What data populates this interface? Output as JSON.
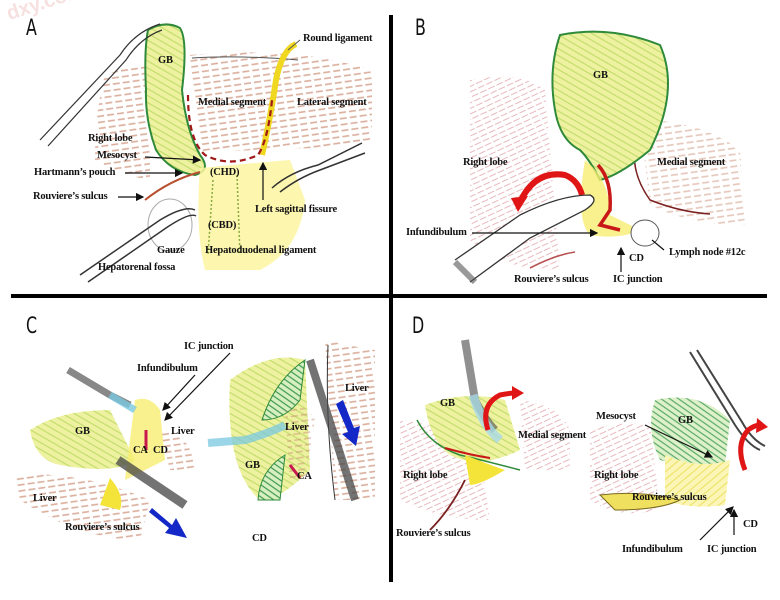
{
  "watermark": "dxy.com",
  "colors": {
    "liver_hatch": "#c98a70",
    "gallbladder_fill": "#e8ef8a",
    "gallbladder_outline": "#2f8a3a",
    "ligament_yellow": "#f3e13a",
    "dashed_line": "#a01818",
    "rotation_arrow": "#e01515",
    "traction_arrow": "#1428c8",
    "divider": "#000000"
  },
  "panels": [
    {
      "letter": "A",
      "labels": {
        "gb": "GB",
        "round_ligament": "Round ligament",
        "medial_segment": "Medial segment",
        "lateral_segment": "Lateral segment",
        "right_lobe": "Right lobe",
        "mesocyst": "Mesocyst",
        "hartmanns_pouch": "Hartmann’s pouch",
        "chd": "(CHD)",
        "rouviere": "Rouviere’s sulcus",
        "left_sagittal": "Left sagittal fissure",
        "cbd": "(CBD)",
        "gauze": "Gauze",
        "hepatoduodenal": "Hepatoduodenal ligament",
        "hepatorenal": "Hepatorenal fossa"
      }
    },
    {
      "letter": "B",
      "labels": {
        "gb": "GB",
        "right_lobe": "Right lobe",
        "medial_segment": "Medial segment",
        "infundibulum": "Infundibulum",
        "lymph_node": "Lymph node #12c",
        "cd": "CD",
        "rouviere": "Rouviere’s sulcus",
        "ic_junction": "IC junction"
      }
    },
    {
      "letter": "C",
      "labels": {
        "ic_junction": "IC junction",
        "infundibulum": "Infundibulum",
        "gb_left": "GB",
        "liver_mid": "Liver",
        "ca_left": "CA",
        "cd_left": "CD",
        "liver_left": "Liver",
        "rouviere": "Rouviere’s sulcus",
        "liver_right_top": "Liver",
        "liver_right_mid": "Liver",
        "gb_right": "GB",
        "ca_right": "CA",
        "cd_right": "CD"
      }
    },
    {
      "letter": "D",
      "labels": {
        "gb_left": "GB",
        "medial_segment": "Medial segment",
        "right_lobe_left": "Right lobe",
        "rouviere_left": "Rouviere’s sulcus",
        "mesocyst": "Mesocyst",
        "gb_right": "GB",
        "right_lobe_right": "Right lobe",
        "rouviere_right": "Rouviere’s sulcus",
        "cd": "CD",
        "infundibulum": "Infundibulum",
        "ic_junction": "IC junction"
      }
    }
  ]
}
